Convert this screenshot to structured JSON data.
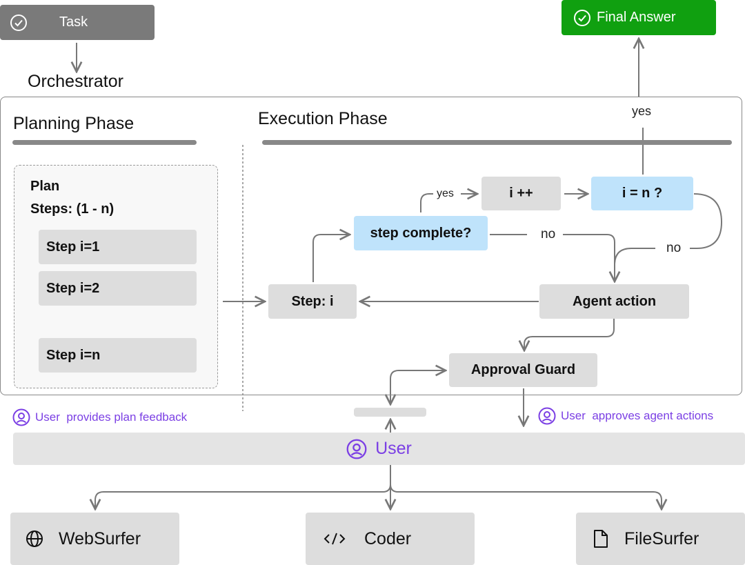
{
  "task": {
    "label": "Task",
    "icon": "check-circle-icon",
    "color": "#7a7a7a"
  },
  "final_answer": {
    "label": "Final Answer",
    "icon": "check-circle-icon",
    "color": "#10a010"
  },
  "orchestrator": {
    "title": "Orchestrator"
  },
  "planning": {
    "title": "Planning Phase",
    "plan_label": "Plan",
    "steps_label": "Steps: (1 - n)",
    "steps": [
      "Step i=1",
      "Step i=2",
      "Step i=n"
    ]
  },
  "execution": {
    "title": "Execution Phase",
    "step_i": "Step: i",
    "step_complete": "step complete?",
    "i_increment": "i ++",
    "i_equals_n": "i = n ?",
    "agent_action": "Agent action",
    "approval_guard": "Approval Guard",
    "yes_label_1": "yes",
    "yes_label_2": "yes",
    "no_label_1": "no",
    "no_label_2": "no"
  },
  "feedback": {
    "plan_feedback": "User  provides plan feedback",
    "approves_actions": "User  approves agent actions"
  },
  "user_bar": {
    "label": "User",
    "icon": "user-circle-icon"
  },
  "agents": [
    {
      "label": "WebSurfer",
      "icon": "globe-icon"
    },
    {
      "label": "Coder",
      "icon": "code-icon"
    },
    {
      "label": "FileSurfer",
      "icon": "file-icon"
    }
  ],
  "colors": {
    "gray_box": "#dddddd",
    "blue_box": "#bfe3fb",
    "purple": "#7b3fe4",
    "line": "#777777"
  }
}
